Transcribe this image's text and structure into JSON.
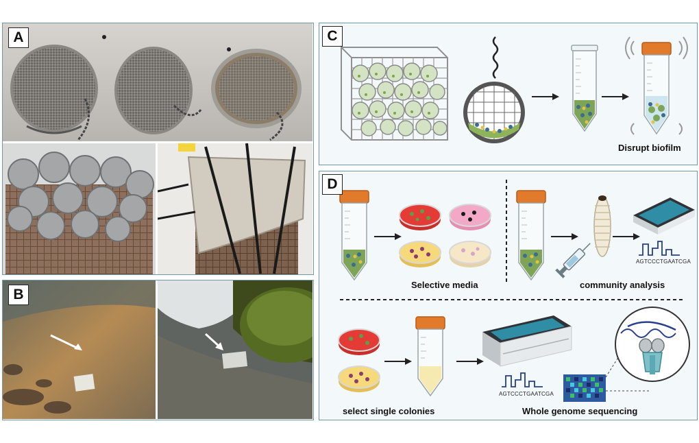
{
  "panels": {
    "a": {
      "label": "A"
    },
    "b": {
      "label": "B"
    },
    "c": {
      "label": "C",
      "caption": "Disrupt biofilm"
    },
    "d": {
      "label": "D",
      "captions": {
        "selective_media": "Selective media",
        "community_analysis": "community analysis",
        "select_single_colonies": "select single colonies",
        "whole_genome_sequencing": "Whole genome sequencing"
      },
      "sequence_top": "AGTCCCTGAATCGA",
      "sequence_bottom": "AGTCCCTGAATCGA"
    }
  },
  "colors": {
    "panel_border": "#6f97a6",
    "panel_fill": "#f3f8fb",
    "tube_cap": "#e27a2c",
    "agar_red": "#e53b36",
    "agar_pink": "#f2a9c8",
    "agar_yellow": "#f6d97a",
    "agar_cream": "#f6e7c6",
    "screen_teal": "#2f8ea5"
  },
  "icons": [
    "tea-infuser-photo",
    "wire-basket-photo",
    "stream-photo",
    "arrow-icon",
    "mesh-cage-icon",
    "infuser-ball-icon",
    "falcon-tube-icon",
    "petri-dish-icon",
    "larva-icon",
    "syringe-icon",
    "sequencer-icon",
    "chromatogram-icon",
    "heatmap-icon",
    "ribosome-icon"
  ]
}
